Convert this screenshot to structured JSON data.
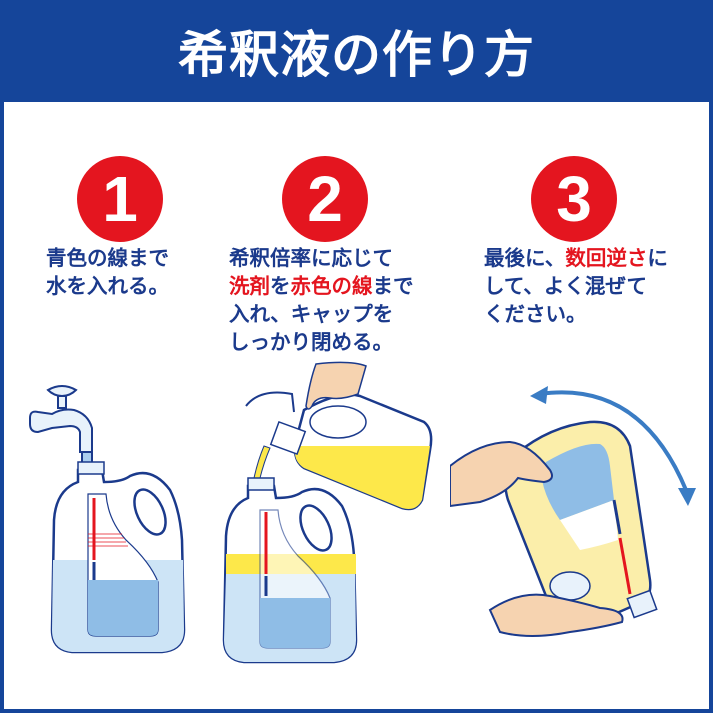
{
  "header": {
    "title": "希釈液の作り方"
  },
  "colors": {
    "frame_blue": "#15459a",
    "badge_red": "#e4151f",
    "text_navy": "#1b3a8c",
    "water_blue": "#cde4f6",
    "water_blue_dark": "#8fbde6",
    "detergent_yellow": "#fde84a",
    "skin": "#f6d3b0"
  },
  "steps": [
    {
      "number": "1",
      "lines": [
        [
          {
            "text": "青色の線まで",
            "highlight": false
          }
        ],
        [
          {
            "text": "水を入れる。",
            "highlight": false
          }
        ]
      ],
      "illustration": "faucet-filling-bottle-with-water"
    },
    {
      "number": "2",
      "lines": [
        [
          {
            "text": "希釈倍率に応じて",
            "highlight": false
          }
        ],
        [
          {
            "text": "洗剤",
            "highlight": true
          },
          {
            "text": "を",
            "highlight": false
          },
          {
            "text": "赤色の線",
            "highlight": true
          },
          {
            "text": "まで",
            "highlight": false
          }
        ],
        [
          {
            "text": "入れ、キャップを",
            "highlight": false
          }
        ],
        [
          {
            "text": "しっかり閉める。",
            "highlight": false
          }
        ]
      ],
      "illustration": "pouring-detergent-into-bottle"
    },
    {
      "number": "3",
      "lines": [
        [
          {
            "text": "最後に、",
            "highlight": false
          },
          {
            "text": "数回逆さ",
            "highlight": true
          },
          {
            "text": "に",
            "highlight": false
          }
        ],
        [
          {
            "text": "して、よく混ぜて",
            "highlight": false
          }
        ],
        [
          {
            "text": "ください。",
            "highlight": false
          }
        ]
      ],
      "illustration": "inverting-bottle-to-mix"
    }
  ]
}
